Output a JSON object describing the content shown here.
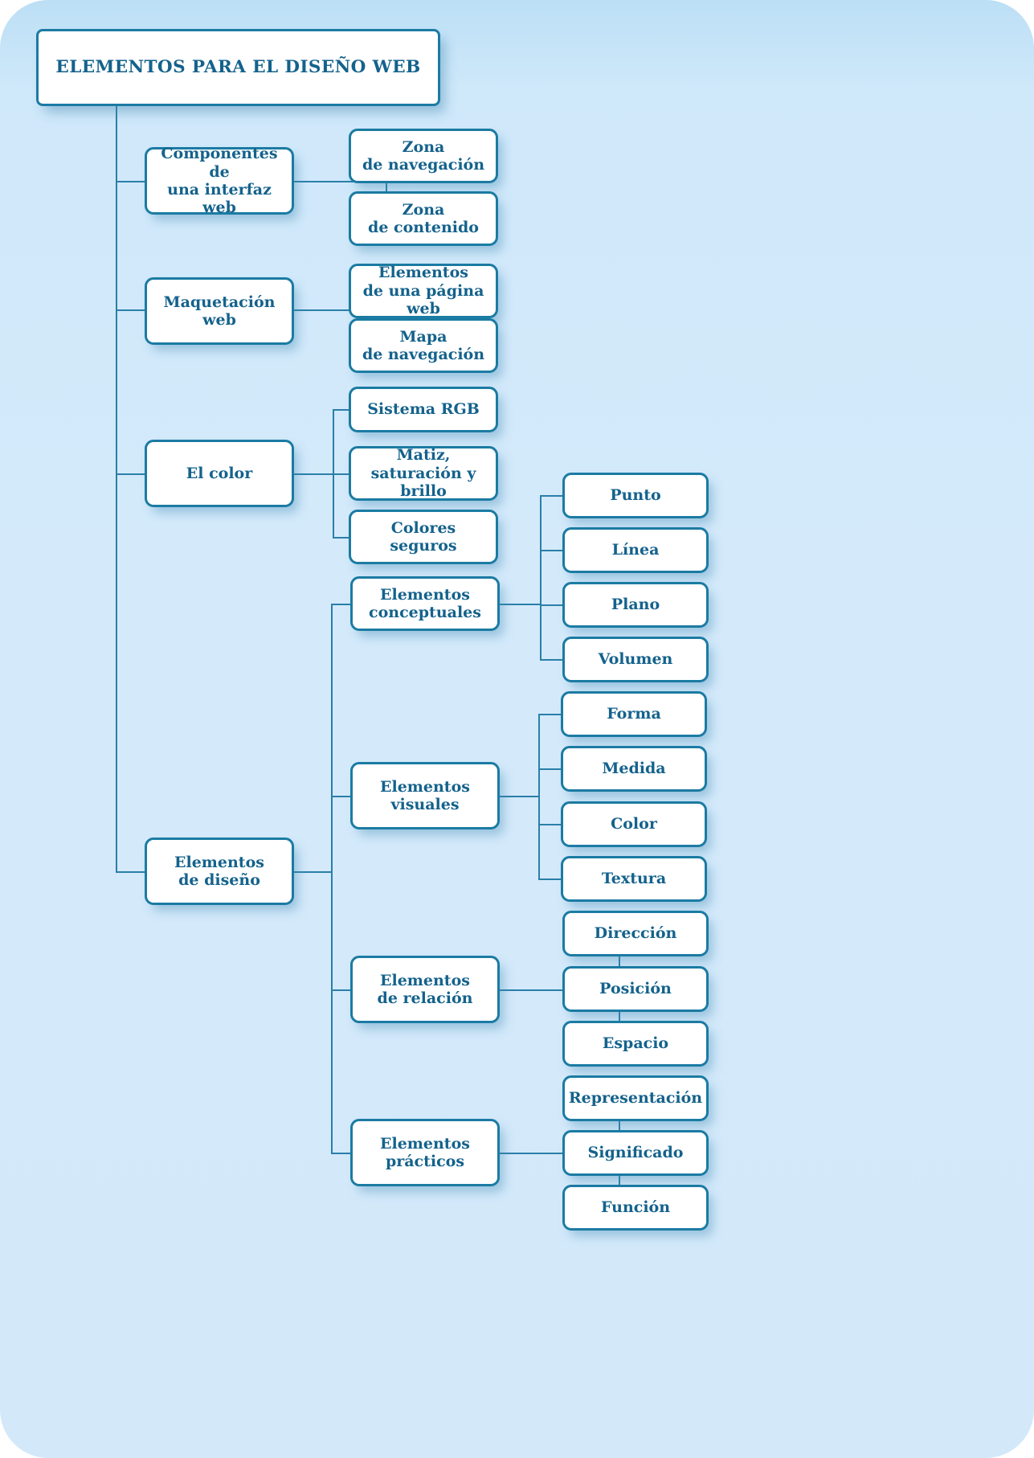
{
  "diagram": {
    "title": "ELEMENTOS PARA EL DISEÑO WEB",
    "type": "hierarchical-tree-map",
    "colors": {
      "background": "#d3e9fa",
      "box_fill": "#ffffff",
      "box_border": "#1b7ba3",
      "text": "#14628c",
      "connector": "#2a7fa8"
    },
    "branches": [
      {
        "label": "Componentes de\nuna interfaz web",
        "children": [
          {
            "label": "Zona\nde navegación"
          },
          {
            "label": "Zona\nde contenido"
          }
        ]
      },
      {
        "label": "Maquetación web",
        "children": [
          {
            "label": "Elementos\nde una página web"
          },
          {
            "label": "Mapa\nde navegación"
          }
        ]
      },
      {
        "label": "El color",
        "children": [
          {
            "label": "Sistema RGB"
          },
          {
            "label": "Matiz,\nsaturación y brillo"
          },
          {
            "label": "Colores\nseguros"
          }
        ]
      },
      {
        "label": "Elementos\nde diseño",
        "children": [
          {
            "label": "Elementos\nconceptuales",
            "children": [
              {
                "label": "Punto"
              },
              {
                "label": "Línea"
              },
              {
                "label": "Plano"
              },
              {
                "label": "Volumen"
              }
            ]
          },
          {
            "label": "Elementos\nvisuales",
            "children": [
              {
                "label": "Forma"
              },
              {
                "label": "Medida"
              },
              {
                "label": "Color"
              },
              {
                "label": "Textura"
              }
            ]
          },
          {
            "label": "Elementos\nde relación",
            "children": [
              {
                "label": "Dirección"
              },
              {
                "label": "Posición"
              },
              {
                "label": "Espacio"
              }
            ]
          },
          {
            "label": "Elementos\nprácticos",
            "children": [
              {
                "label": "Representación"
              },
              {
                "label": "Significado"
              },
              {
                "label": "Función"
              }
            ]
          }
        ]
      }
    ]
  }
}
